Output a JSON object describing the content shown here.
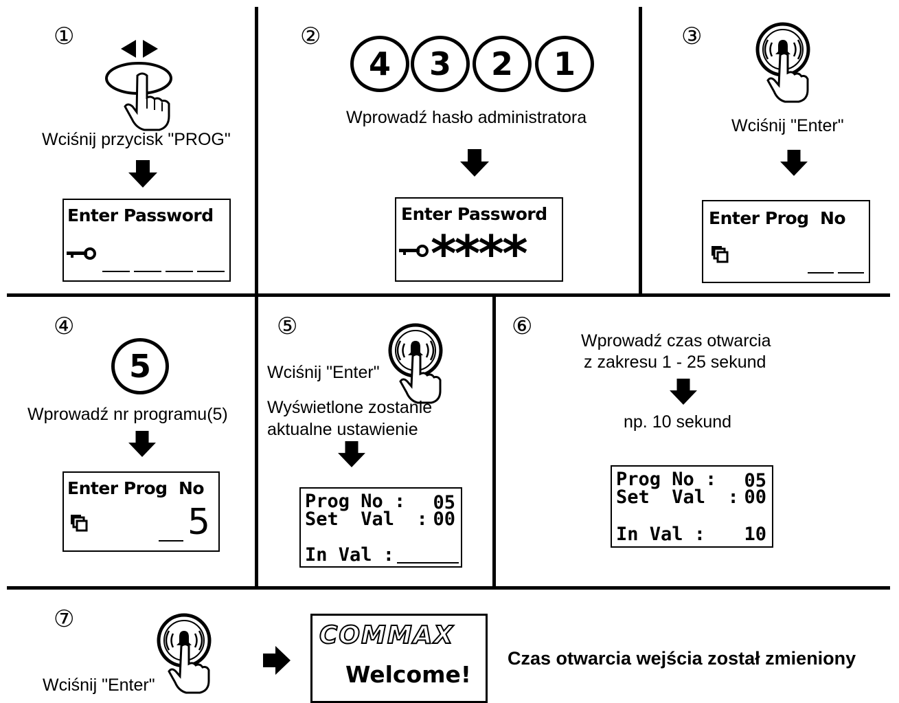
{
  "steps": {
    "s1": {
      "number": "①",
      "caption": "Wciśnij przycisk \"PROG\"",
      "lcd_title": "Enter Password"
    },
    "s2": {
      "number": "②",
      "digits": [
        "4",
        "3",
        "2",
        "1"
      ],
      "caption": "Wprowadź hasło administratora",
      "lcd_title": "Enter Password",
      "lcd_mask": "****"
    },
    "s3": {
      "number": "③",
      "caption": "Wciśnij \"Enter\"",
      "lcd_title": "Enter Prog  No"
    },
    "s4": {
      "number": "④",
      "digit": "5",
      "caption": "Wprowadź nr programu(5)",
      "lcd_title": "Enter Prog  No",
      "lcd_value": "5"
    },
    "s5": {
      "number": "⑤",
      "caption_enter": "Wciśnij \"Enter\"",
      "caption_line1": "Wyświetlone zostanie",
      "caption_line2": "aktualne ustawienie",
      "lcd": {
        "prog_label": "Prog No :",
        "prog_value": "05",
        "set_label": "Set  Val  :",
        "set_value": "00",
        "in_label": "In Val :"
      }
    },
    "s6": {
      "number": "⑥",
      "caption_line1": "Wprowadź czas otwarcia",
      "caption_line2": "z zakresu 1 - 25 sekund",
      "example": "np. 10 sekund",
      "lcd": {
        "prog_label": "Prog No :",
        "prog_value": "05",
        "set_label": "Set  Val  :",
        "set_value": "00",
        "in_label": "In Val :",
        "in_value": "10"
      }
    },
    "s7": {
      "number": "⑦",
      "caption": "Wciśnij \"Enter\"",
      "brand": "COMMAX",
      "welcome": "Welcome!",
      "result": "Czas otwarcia wejścia został zmieniony"
    }
  }
}
